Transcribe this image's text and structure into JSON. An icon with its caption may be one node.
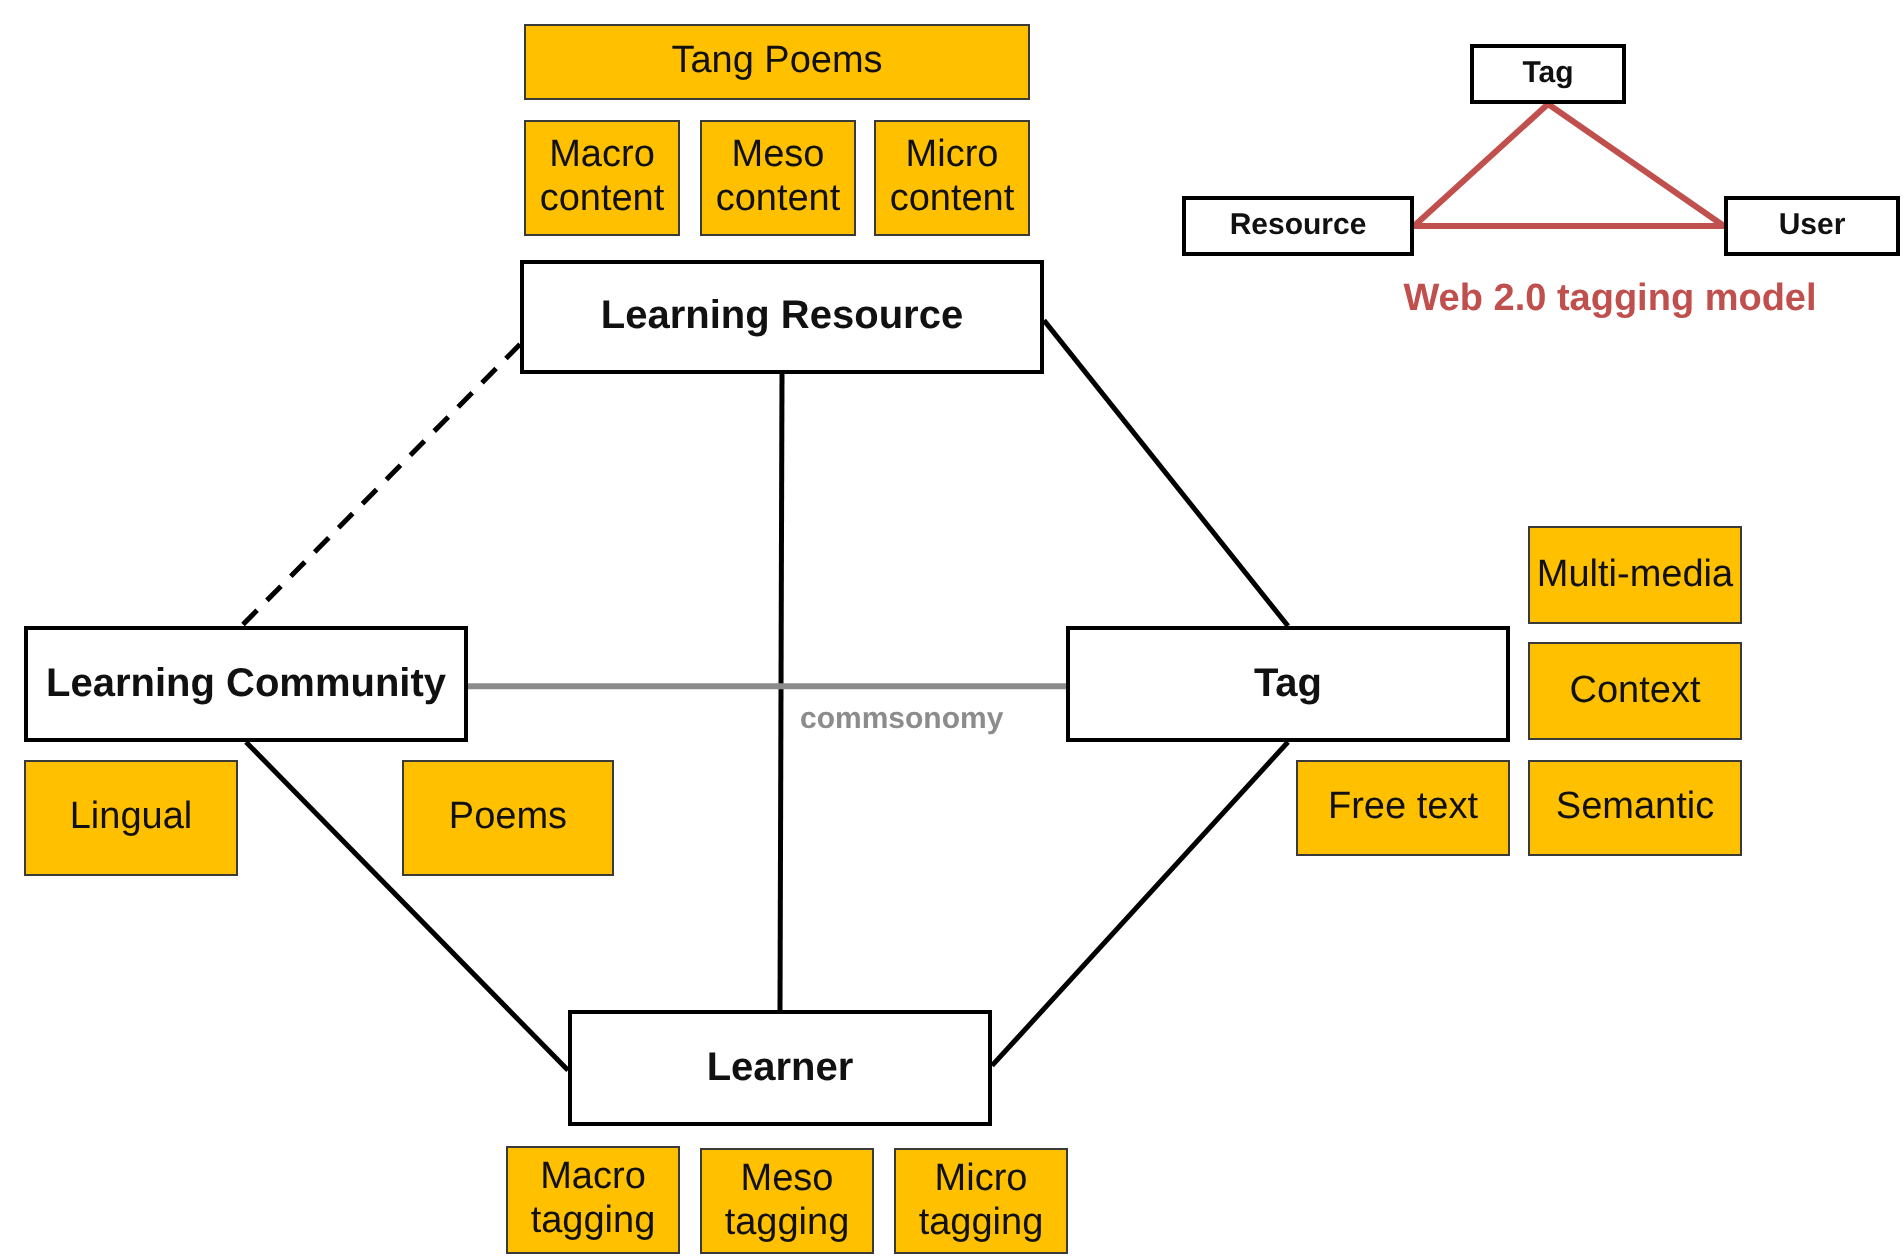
{
  "diagram": {
    "nodes": [
      {
        "text": [
          "Tang Poems"
        ]
      },
      {
        "text": [
          "Macro content"
        ]
      },
      {
        "text": [
          "Meso content"
        ]
      },
      {
        "text": [
          "Micro content"
        ]
      },
      {
        "text": [
          "Tag"
        ]
      },
      {
        "text": [
          "Learning Resource"
        ]
      },
      {
        "text": [
          "Resource"
        ]
      },
      {
        "text": [
          "User"
        ]
      },
      {
        "text": [
          "Multi-media"
        ]
      },
      {
        "text": [
          "Learning Community"
        ]
      },
      {
        "text": [
          "Tag"
        ]
      },
      {
        "text": [
          "Context"
        ]
      },
      {
        "text": [
          "Lingual"
        ]
      },
      {
        "text": [
          "Poems"
        ]
      },
      {
        "text": [
          "Free text"
        ]
      },
      {
        "text": [
          "Semantic"
        ]
      },
      {
        "text": [
          "Learner"
        ]
      },
      {
        "text": [
          "Macro tagging"
        ]
      },
      {
        "text": [
          "Meso tagging"
        ]
      },
      {
        "text": [
          "Micro tagging"
        ]
      }
    ],
    "edges": [
      {
        "from": 5,
        "to": 9,
        "arrow": "none",
        "style": "dashed"
      },
      {
        "from": 5,
        "to": 10,
        "arrow": "none"
      },
      {
        "from": 5,
        "to": 16,
        "arrow": "none"
      },
      {
        "from": 9,
        "to": 10,
        "arrow": "none",
        "label": "commsonomy",
        "color": "#8c8c8c"
      },
      {
        "from": 9,
        "to": 16,
        "arrow": "none"
      },
      {
        "from": 10,
        "to": 16,
        "arrow": "none"
      },
      {
        "from": 4,
        "to": 6,
        "arrow": "none",
        "color": "#c0504d"
      },
      {
        "from": 4,
        "to": 7,
        "arrow": "none",
        "color": "#c0504d"
      },
      {
        "from": 6,
        "to": 7,
        "arrow": "none",
        "color": "#c0504d"
      }
    ],
    "labels": [
      "Web 2.0 tagging model"
    ]
  }
}
